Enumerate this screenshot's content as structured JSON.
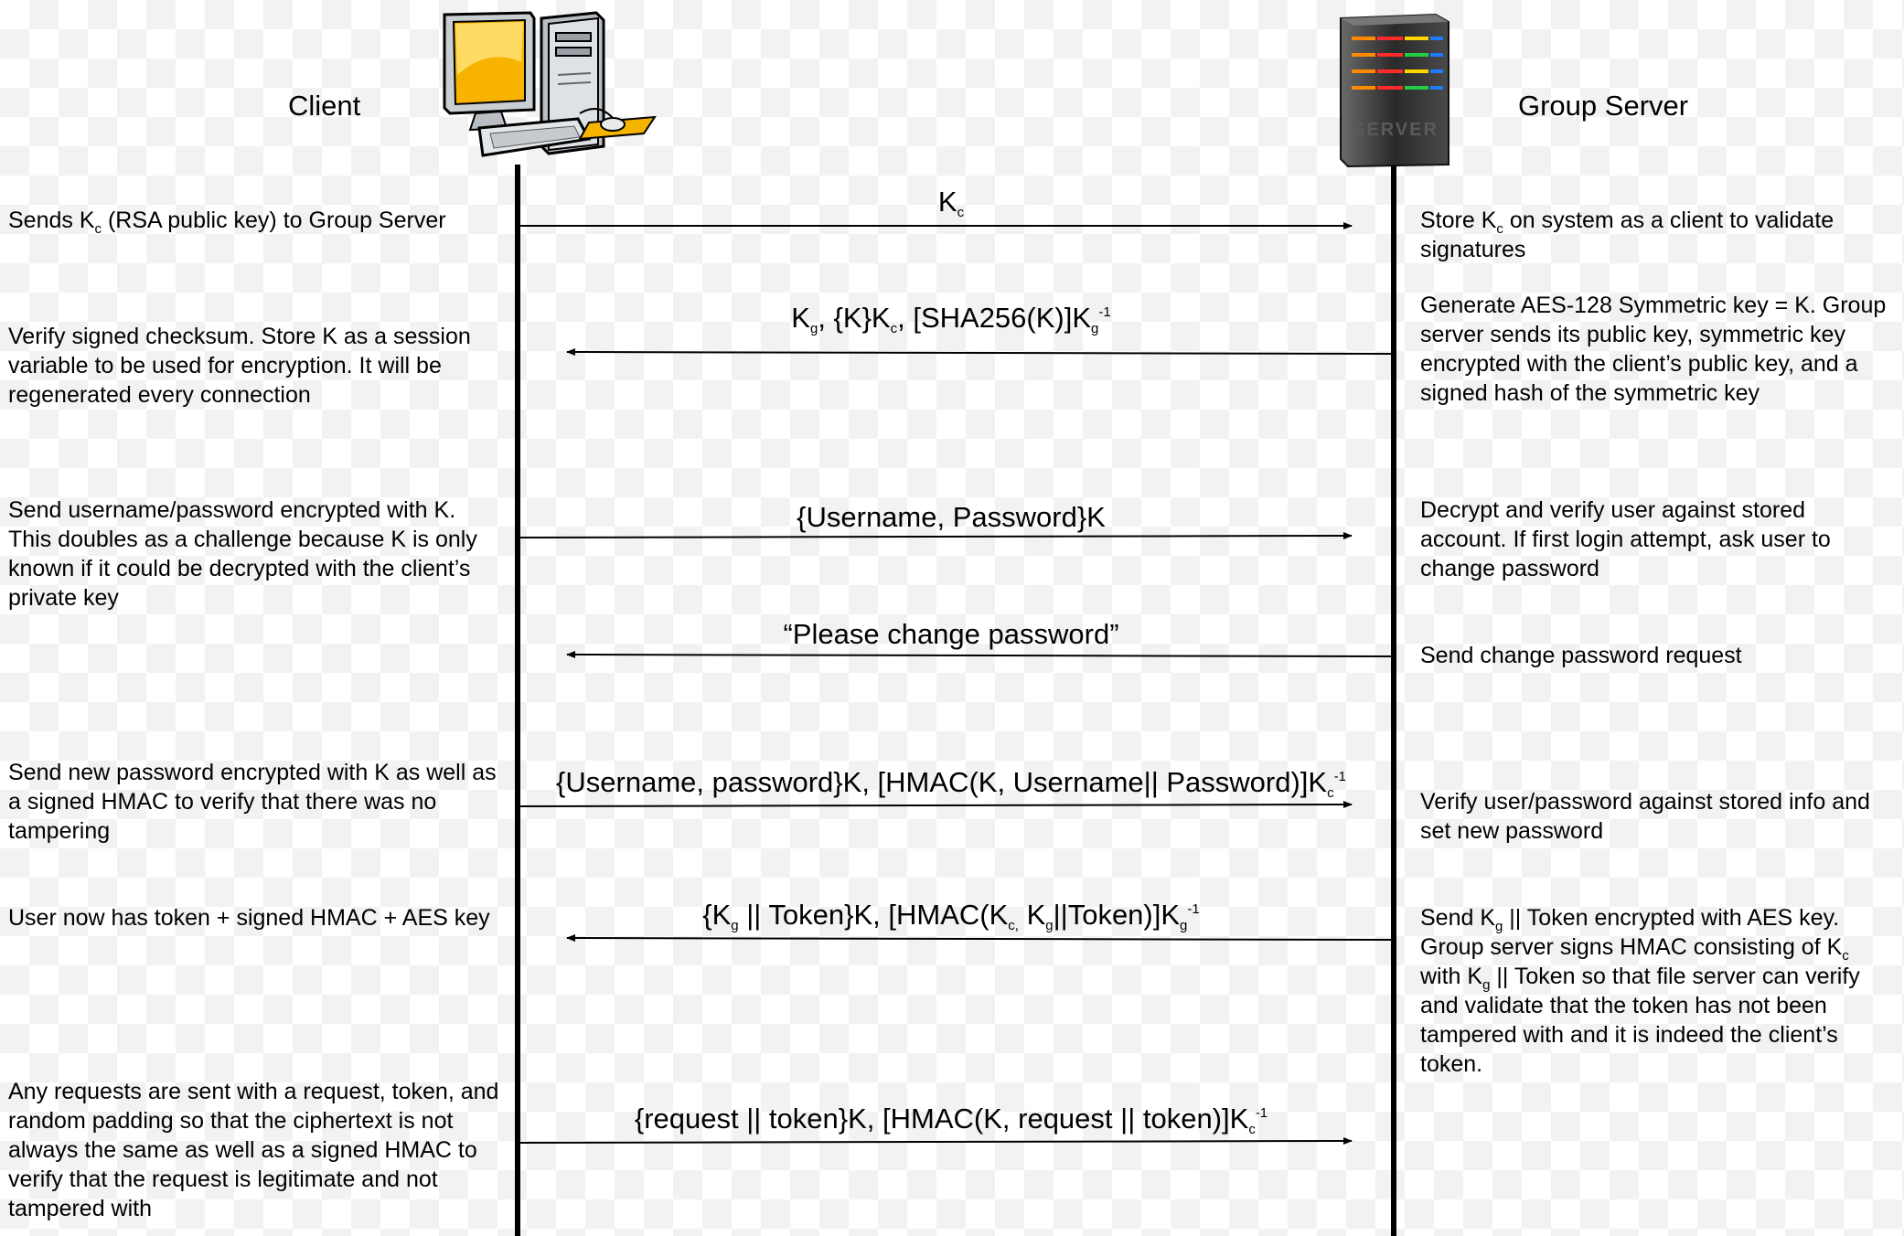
{
  "participants": {
    "client": "Client",
    "server": "Group Server"
  },
  "icons": {
    "client": "desktop-computer-icon",
    "server": "server-tower-icon",
    "server_label": "SERVER"
  },
  "steps": [
    {
      "direction": "client-to-server",
      "message": {
        "pre": "K",
        "sub": "c"
      },
      "left": {
        "p1": "Sends K",
        "s1": "c",
        "p2": " (RSA public key) to Group Server"
      },
      "right": {
        "p1": "Store K",
        "s1": "c",
        "p2": " on system as a client to validate signatures"
      }
    },
    {
      "direction": "server-to-client",
      "message": {
        "p1": "K",
        "s1": "g",
        "p2": ", {K}K",
        "s2": "c",
        "p3": ", [SHA256(K)]K",
        "s3": "g",
        "sup": "-1"
      },
      "left": "Verify signed checksum. Store K as a session variable to be used for encryption. It will be regenerated every connection",
      "right": "Generate AES-128 Symmetric key = K. Group server sends its public key, symmetric key encrypted with the client’s public key, and a signed hash of the symmetric key"
    },
    {
      "direction": "client-to-server",
      "message": "{Username, Password}K",
      "left": "Send username/password encrypted with K. This doubles as a challenge because K is only known if it could be decrypted with the client’s private key",
      "right": "Decrypt and verify user against stored account. If first login attempt, ask user to change password"
    },
    {
      "direction": "server-to-client",
      "message": "“Please change password”",
      "left": "",
      "right": "Send change password request"
    },
    {
      "direction": "client-to-server",
      "message": {
        "p1": "{Username, password}K, [HMAC(K, Username|| Password)]K",
        "s1": "c",
        "sup": "-1"
      },
      "left": "Send new password encrypted with K as well as a signed HMAC to verify that there was no tampering",
      "right": "Verify user/password against stored info and set new password"
    },
    {
      "direction": "server-to-client",
      "message": {
        "p1": "{K",
        "s1": "g",
        "p2": " || Token}K, [HMAC(K",
        "s2": "c,",
        "p3": " K",
        "s3": "g",
        "p4": "||Token)]K",
        "s4": "g",
        "sup": "-1"
      },
      "left": "User now has token + signed HMAC + AES key",
      "right": {
        "p1": "Send K",
        "s1": "g",
        "p2": " || Token encrypted with AES key. Group server signs HMAC consisting of K",
        "s2": "c",
        "p3": " with K",
        "s3": "g",
        "p4": " || Token so that file server can verify and validate that the token has not been tampered with and it is indeed the client’s token."
      }
    },
    {
      "direction": "client-to-server",
      "message": {
        "p1": "{request || token}K, [HMAC(K, request || token)]K",
        "s1": "c",
        "sup": "-1"
      },
      "left": "Any requests are sent with a request, token, and random padding so that the ciphertext is not always the same as well as a signed HMAC to verify that the request is legitimate and not tampered with",
      "right": ""
    }
  ]
}
